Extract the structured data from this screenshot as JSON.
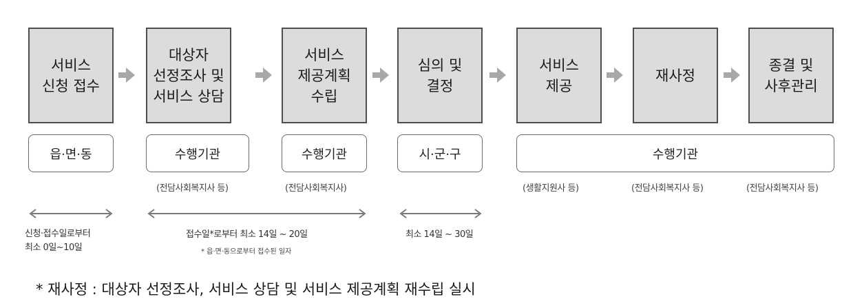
{
  "steps": [
    "서비스\n신청 접수",
    "대상자\n선정조사 및\n서비스 상담",
    "서비스\n제공계획\n수립",
    "심의 및\n결정",
    "서비스\n제공",
    "재사정",
    "종결 및\n사후관리"
  ],
  "orgs": [
    "읍·면·동",
    "수행기관",
    "수행기관",
    "시·군·구",
    "수행기관"
  ],
  "notes": [
    "(전담사회복지사 등)",
    "(전담사회복지사)",
    "(생활지원사 등)",
    "(전담사회복지사 등)",
    "(전담사회복지사 등)"
  ],
  "durations": {
    "d1_line1": "신청·접수일로부터",
    "d1_line2": "최소 0일~10일",
    "d2": "접수일*로부터 최소 14일 ~ 20일",
    "d2_sub": "* 읍·면·동으로부터 접수된 일자",
    "d3": "최소 14일 ~ 30일"
  },
  "footnote": "* 재사정 : 대상자 선정조사, 서비스 상담 및 서비스 제공계획 재수립 실시"
}
